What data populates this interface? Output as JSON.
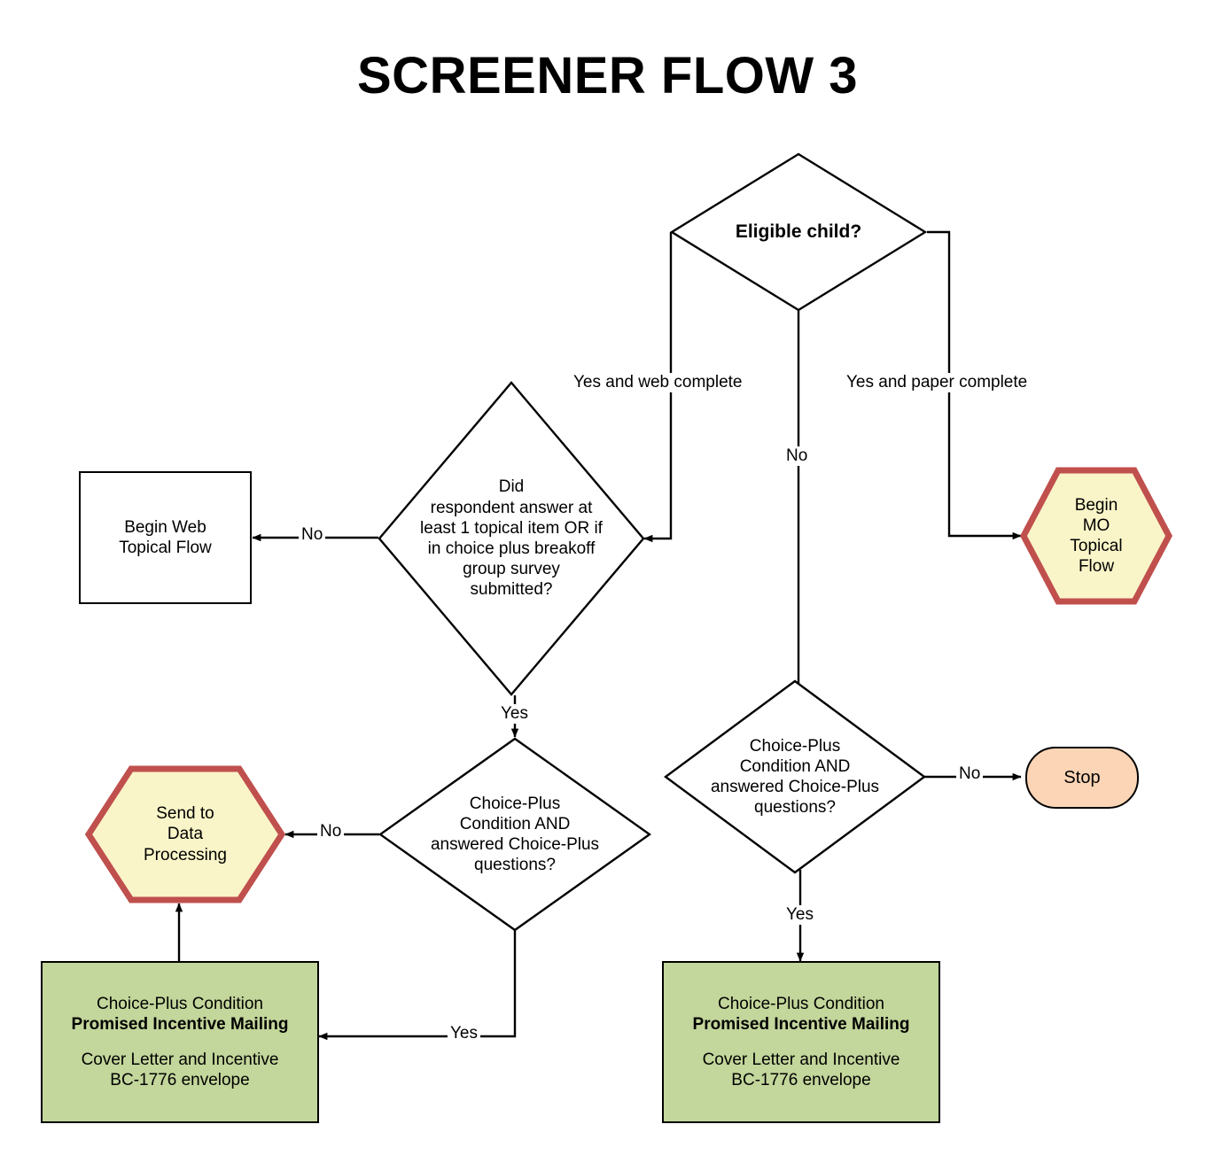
{
  "title": "SCREENER FLOW 3",
  "colors": {
    "hexagon_fill": "#faf5c8",
    "hexagon_border": "#c0504d",
    "process_fill": "#c3d69b",
    "terminator_fill": "#fbd5b5",
    "line": "#000000",
    "background": "#ffffff"
  },
  "nodes": {
    "eligible_child": {
      "shape": "diamond",
      "text": "Eligible child?"
    },
    "begin_web_topical_flow": {
      "shape": "rectangle",
      "line1": "Begin Web",
      "line2": "Topical Flow"
    },
    "did_respondent_answer": {
      "shape": "diamond",
      "line1": "Did",
      "line2": "respondent answer at",
      "line3": "least 1 topical item OR if",
      "line4": "in choice plus breakoff",
      "line5": "group survey",
      "line6": "submitted?"
    },
    "begin_mo_topical_flow": {
      "shape": "hexagon",
      "line1": "Begin",
      "line2": "MO",
      "line3": "Topical",
      "line4": "Flow"
    },
    "send_to_data_processing": {
      "shape": "hexagon",
      "line1": "Send to",
      "line2": "Data",
      "line3": "Processing"
    },
    "choice_plus_left": {
      "shape": "diamond",
      "line1": "Choice-Plus",
      "line2": "Condition AND",
      "line3": "answered Choice-Plus",
      "line4": "questions?"
    },
    "choice_plus_right": {
      "shape": "diamond",
      "line1": "Choice-Plus",
      "line2": "Condition AND",
      "line3": "answered Choice-Plus",
      "line4": "questions?"
    },
    "stop": {
      "shape": "rounded-rectangle",
      "text": "Stop"
    },
    "incentive_mailing_left": {
      "shape": "rectangle",
      "line1": "Choice-Plus Condition",
      "line2": "Promised Incentive Mailing",
      "line3": "Cover Letter and Incentive",
      "line4": "BC-1776 envelope"
    },
    "incentive_mailing_right": {
      "shape": "rectangle",
      "line1": "Choice-Plus Condition",
      "line2": "Promised Incentive Mailing",
      "line3": "Cover Letter and Incentive",
      "line4": "BC-1776 envelope"
    }
  },
  "edge_labels": {
    "yes_and_web_complete": "Yes and web complete",
    "no_from_eligible": "No",
    "yes_and_paper_complete": "Yes and paper complete",
    "no_to_web_topical": "No",
    "yes_to_choice_plus_left": "Yes",
    "no_to_data_processing": "No",
    "yes_to_mailing_left": "Yes",
    "no_to_stop": "No",
    "yes_to_mailing_right": "Yes"
  }
}
